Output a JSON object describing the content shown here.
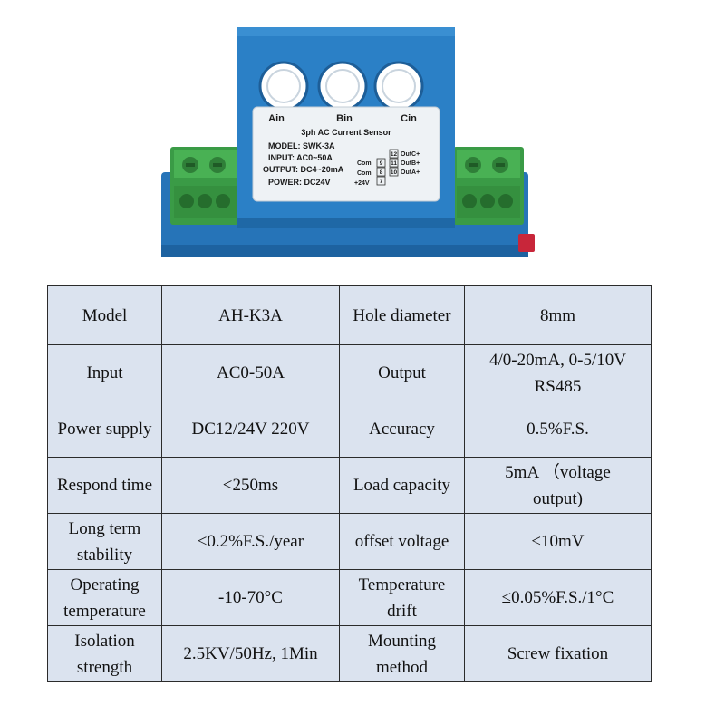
{
  "device": {
    "port_labels": [
      "Ain",
      "Bin",
      "Cin"
    ],
    "label_title": "3ph AC Current Sensor",
    "label_lines": [
      "MODEL: SWK-3A",
      "INPUT: AC0~50A",
      "OUTPUT: DC4~20mA",
      "POWER: DC24V"
    ],
    "terminal_left": [
      "Com",
      "Com",
      "+24V"
    ],
    "terminal_numbers": [
      "12",
      "9",
      "11",
      "8",
      "10",
      "7"
    ],
    "terminal_outputs": [
      "OutC+",
      "OutB+",
      "OutA+"
    ],
    "colors": {
      "housing": "#2a7fc4",
      "housing_dark": "#1f66a3",
      "terminal_green": "#3fa24a",
      "label_bg": "#eef2f5",
      "table_bg": "#dbe3ef"
    }
  },
  "specs": {
    "rows": [
      {
        "l1": [
          "Model"
        ],
        "v1": [
          "AH-K3A"
        ],
        "l2": [
          "Hole diameter"
        ],
        "v2": [
          "8mm"
        ]
      },
      {
        "l1": [
          "Input"
        ],
        "v1": [
          "AC0-50A"
        ],
        "l2": [
          "Output"
        ],
        "v2": [
          "4/0-20mA, 0-5/10V",
          "RS485"
        ]
      },
      {
        "l1": [
          "Power supply"
        ],
        "v1": [
          "DC12/24V 220V"
        ],
        "l2": [
          "Accuracy"
        ],
        "v2": [
          "0.5%F.S."
        ]
      },
      {
        "l1": [
          "Respond time"
        ],
        "v1": [
          "<250ms"
        ],
        "l2": [
          "Load capacity"
        ],
        "v2": [
          "5mA （voltage",
          "output)"
        ]
      },
      {
        "l1": [
          "Long term",
          "stability"
        ],
        "v1": [
          "≤0.2%F.S./year"
        ],
        "l2": [
          "offset voltage"
        ],
        "v2": [
          "≤10mV"
        ]
      },
      {
        "l1": [
          "Operating",
          "temperature"
        ],
        "v1": [
          "-10-70°C"
        ],
        "l2": [
          "Temperature",
          "drift"
        ],
        "v2": [
          "≤0.05%F.S./1°C"
        ]
      },
      {
        "l1": [
          "Isolation",
          "strength"
        ],
        "v1": [
          "2.5KV/50Hz, 1Min"
        ],
        "l2": [
          "Mounting",
          "method"
        ],
        "v2": [
          "Screw fixation"
        ]
      }
    ]
  }
}
